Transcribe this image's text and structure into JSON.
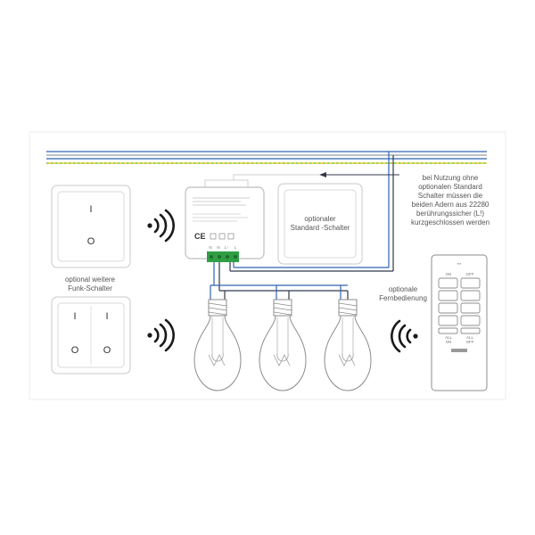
{
  "colors": {
    "wire_blue": "#2e63b0",
    "wire_grey": "#9a9a9a",
    "wire_green": "#7fbf3f",
    "wire_yellow": "#e6d22b",
    "terminal_green": "#2f9e44",
    "wire_dark": "#2f3a4a"
  },
  "switch_single": {
    "top_symbol": "I",
    "bottom_symbol": "O"
  },
  "switch_double": {
    "left_top": "I",
    "left_bottom": "O",
    "right_top": "I",
    "right_bottom": "O"
  },
  "label_funk_schalter": {
    "line1": "optional weitere",
    "line2": "Funk-Schalter"
  },
  "label_standard_schalter": {
    "line1": "optionaler",
    "line2": "Standard -Schalter"
  },
  "label_fernbedienung": {
    "line1": "optionale",
    "line2": "Fernbedienung"
  },
  "note": {
    "line1": "bei Nutzung ohne",
    "line2": "optionalen Standard",
    "line3": "Schalter müssen die",
    "line4": "beiden Adern aus 22280",
    "line5": "berührungssicher (L!)",
    "line6": "kurzgeschlossen werden"
  },
  "module": {
    "terminals": [
      "N",
      "N",
      "L↑",
      "L"
    ],
    "ce_mark": "CE"
  },
  "remote": {
    "top": "▪▪▪",
    "on": "ON",
    "off": "OFF",
    "all_on_1": "ALL",
    "all_on_2": "ON",
    "all_off_1": "ALL",
    "all_off_2": "OFF"
  }
}
